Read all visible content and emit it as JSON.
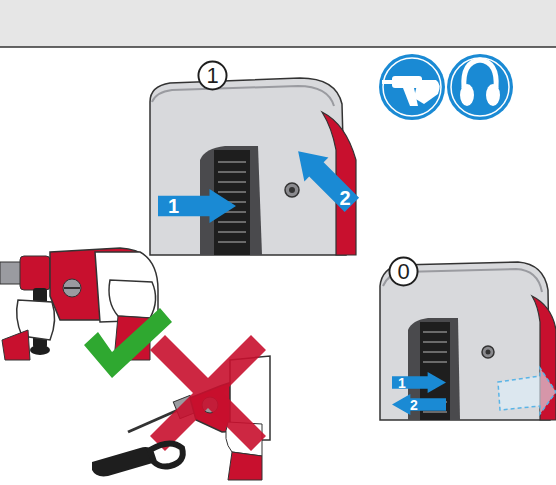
{
  "diagram": {
    "nodes": [
      {
        "text": [
          "1"
        ]
      },
      {
        "text": [
          "1"
        ]
      },
      {
        "text": [
          "2"
        ]
      },
      {
        "text": [
          "0"
        ]
      },
      {
        "text": [
          "1"
        ]
      },
      {
        "text": [
          "2"
        ]
      }
    ]
  }
}
